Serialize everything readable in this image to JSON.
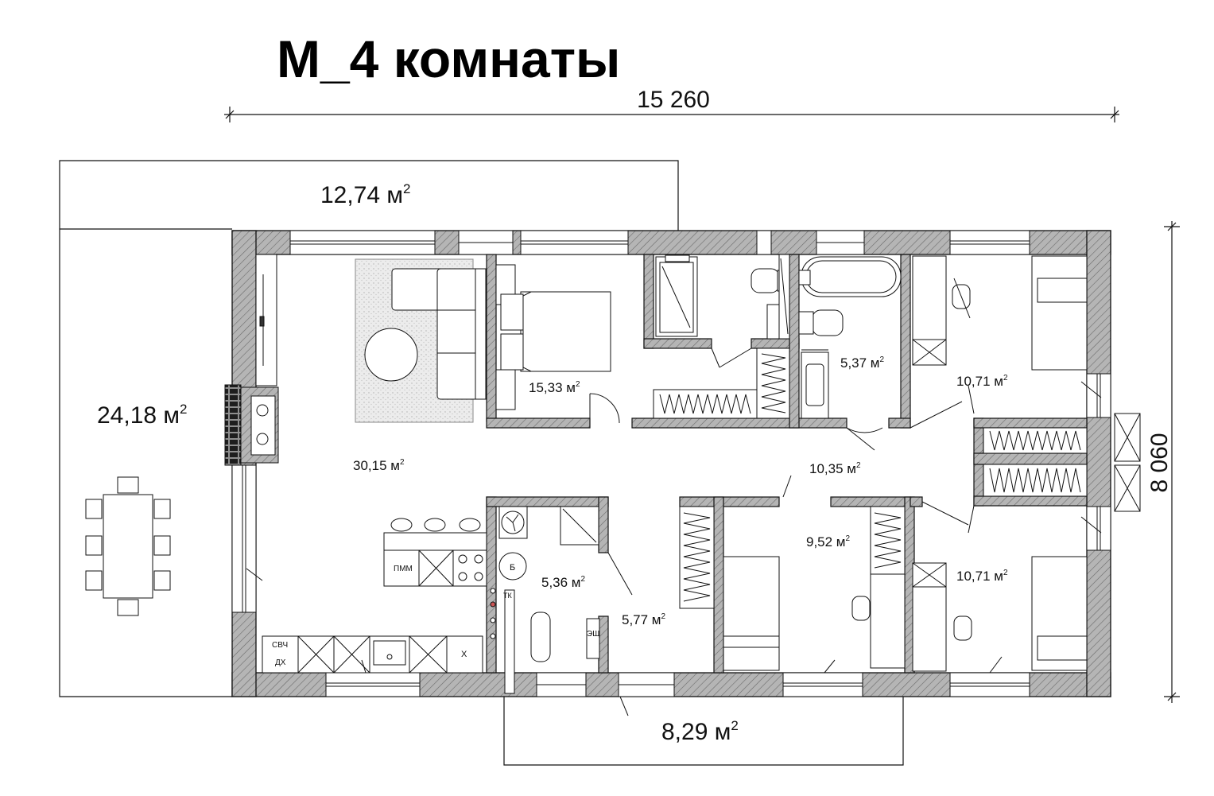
{
  "title": "М_4 комнаты",
  "dimensions": {
    "width": "15 260",
    "height": "8 060"
  },
  "area_unit_exp": "2",
  "terraces": [
    {
      "id": "terrace-top",
      "area": "12,74 м"
    },
    {
      "id": "terrace-left",
      "area": "24,18 м"
    },
    {
      "id": "terrace-bottom",
      "area": "8,29 м"
    }
  ],
  "rooms": [
    {
      "id": "living-kitchen",
      "area": "30,15 м"
    },
    {
      "id": "bedroom-master",
      "area": "15,33 м"
    },
    {
      "id": "bathroom",
      "area": "5,37 м"
    },
    {
      "id": "bedroom-ne",
      "area": "10,71 м"
    },
    {
      "id": "hall",
      "area": "10,35 м"
    },
    {
      "id": "bedroom-middle",
      "area": "9,52 м"
    },
    {
      "id": "bedroom-se",
      "area": "10,71 м"
    },
    {
      "id": "boiler-room",
      "area": "5,36 м"
    },
    {
      "id": "entry",
      "area": "5,77 м"
    }
  ],
  "equipment_labels": {
    "dishwasher": "ПММ",
    "microwave": "СВЧ",
    "hood": "ДХ",
    "fridge": "Х",
    "boiler": "Б",
    "electric_panel": "ЭЩ",
    "utility": "ТК"
  },
  "colors": {
    "wall": "#a9a9a9",
    "ink": "#111111",
    "rug": "#e6e6e6"
  }
}
